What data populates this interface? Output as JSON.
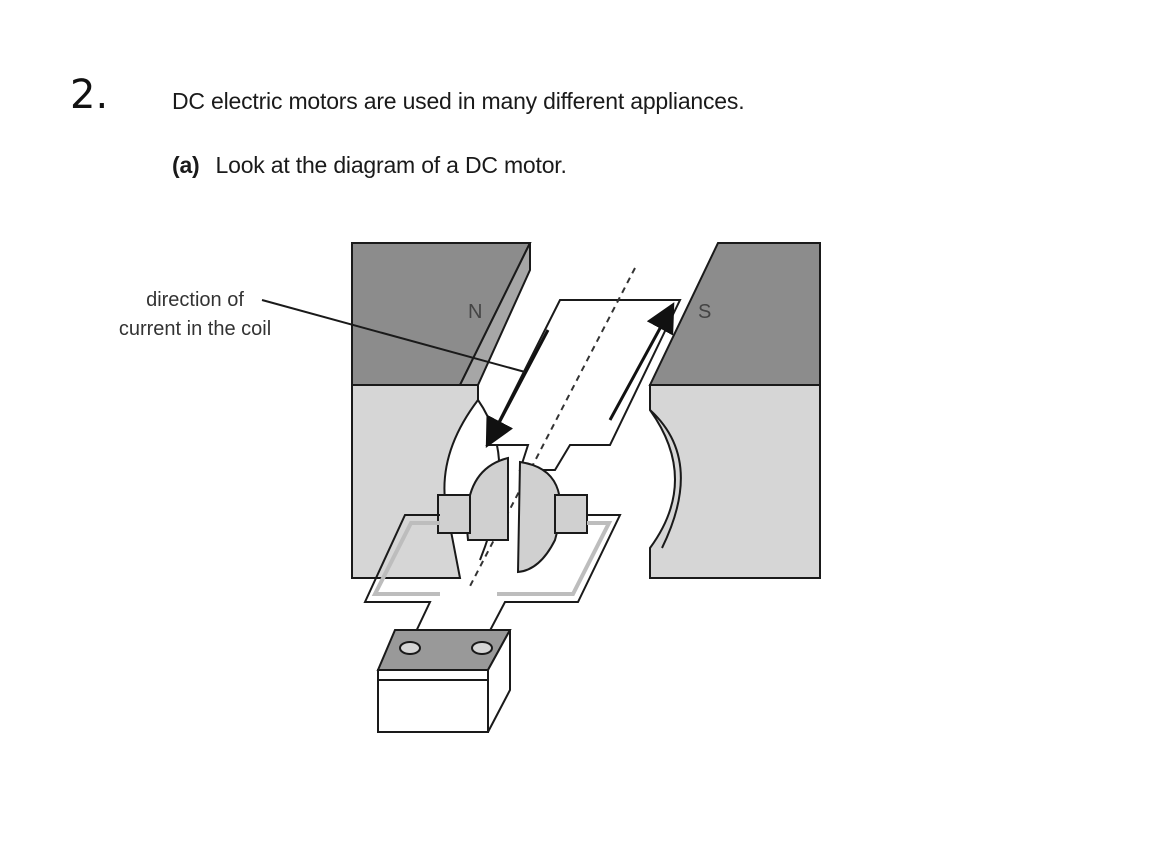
{
  "question": {
    "number": "2.",
    "stem": "DC electric motors are used in many different appliances.",
    "part_label": "(a)",
    "part_text": "Look at the diagram of a DC motor."
  },
  "diagram": {
    "pole_left_label": "N",
    "pole_right_label": "S",
    "callout_line1": "direction of",
    "callout_line2": "current in the coil",
    "colors": {
      "magnet_top": "#8c8c8c",
      "magnet_front": "#d6d6d6",
      "coil": "#ffffff",
      "outline": "#1a1a1a",
      "wire": "#bdbdbd"
    }
  }
}
